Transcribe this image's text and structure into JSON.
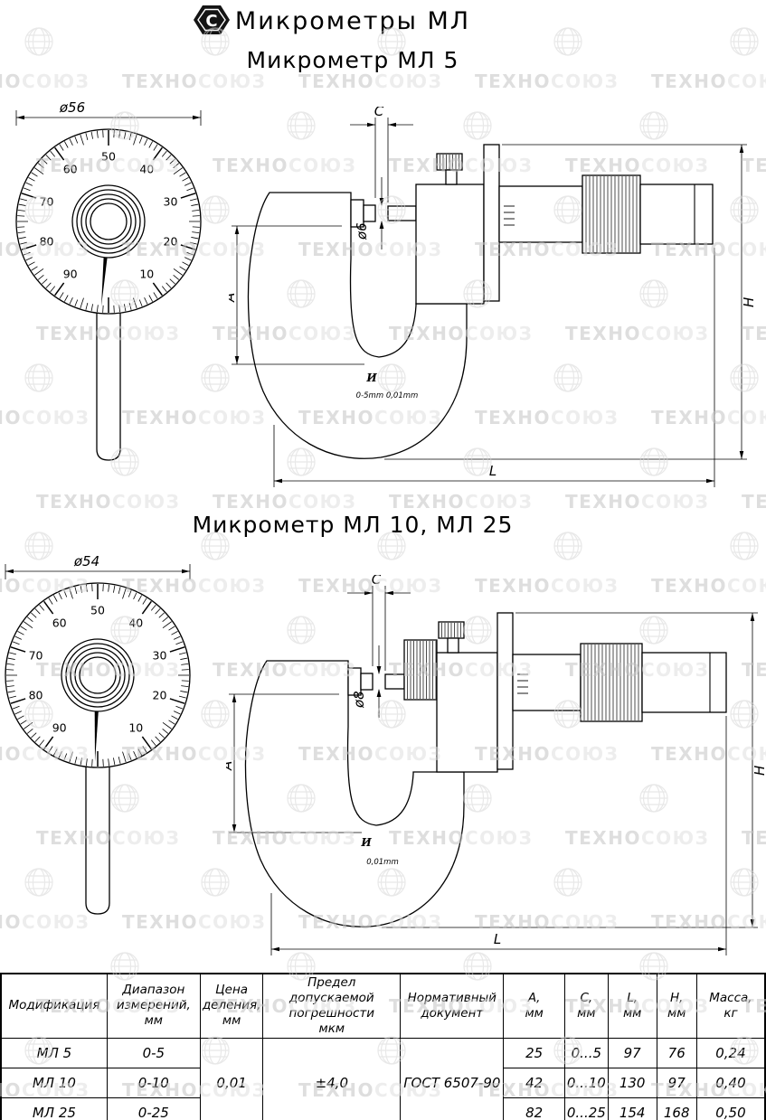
{
  "header": {
    "title": "Микрометры  МЛ",
    "logo_letter": "С"
  },
  "watermark": {
    "part1": "ТЕХНО",
    "part2": "СОЮЗ"
  },
  "dial": {
    "numbers": [
      "10",
      "20",
      "30",
      "40",
      "50",
      "60",
      "70",
      "80",
      "90"
    ]
  },
  "drawing1": {
    "subtitle": "Микрометр МЛ 5",
    "dial_diameter": "ø56",
    "dim_c": "C",
    "dim_d": "ø6",
    "dim_a": "A",
    "dim_h": "H",
    "dim_l": "L",
    "logo_mark": "И",
    "face_text": "0-5mm  0,01mm"
  },
  "drawing2": {
    "subtitle": "Микрометр МЛ 10,  МЛ 25",
    "dial_diameter": "ø54",
    "dim_c": "C",
    "dim_d": "ø8",
    "dim_a": "A",
    "dim_h": "H",
    "dim_l": "L",
    "logo_mark": "И",
    "face_text": "0,01mm"
  },
  "table": {
    "headers": [
      "Модификация",
      "Диапазон\nизмерений,\nмм",
      "Цена\nделения,\nмм",
      "Предел допускаемой\nпогрешности\nмкм",
      "Нормативный\nдокумент",
      "А,\nмм",
      "С,\nмм",
      "L,\nмм",
      "Н,\nмм",
      "Масса,\nкг"
    ],
    "merged": {
      "division": "0,01",
      "error": "±4,0",
      "document": "ГОСТ 6507-90"
    },
    "rows": [
      {
        "name": "МЛ 5",
        "range": "0-5",
        "a": "25",
        "c": "0...5",
        "l": "97",
        "h": "76",
        "mass": "0,24"
      },
      {
        "name": "МЛ 10",
        "range": "0-10",
        "a": "42",
        "c": "0...10",
        "l": "130",
        "h": "97",
        "mass": "0,40"
      },
      {
        "name": "МЛ 25",
        "range": "0-25",
        "a": "82",
        "c": "0...25",
        "l": "154",
        "h": "168",
        "mass": "0,50"
      }
    ]
  }
}
